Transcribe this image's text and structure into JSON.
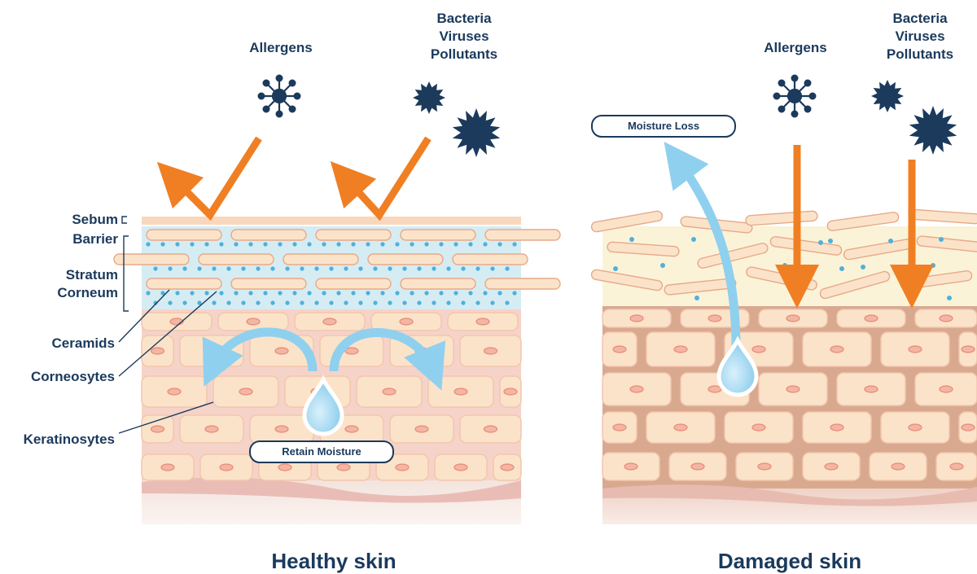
{
  "healthy": {
    "title": "Healthy skin",
    "allergens": "Allergens",
    "pathogens": [
      "Bacteria",
      "Viruses",
      "Pollutants"
    ],
    "retain_moisture": "Retain Moisture",
    "layer_labels": {
      "sebum": "Sebum",
      "barrier": "Barrier",
      "stratum_corneum": [
        "Stratum",
        "Corneum"
      ],
      "ceramids": "Ceramids",
      "corneosytes": "Corneosytes",
      "keratinosytes": "Keratinosytes"
    }
  },
  "damaged": {
    "title": "Damaged skin",
    "allergens": "Allergens",
    "pathogens": [
      "Bacteria",
      "Viruses",
      "Pollutants"
    ],
    "moisture_loss": "Moisture Loss"
  },
  "colors": {
    "navy": "#1b3a5c",
    "arrow_orange": "#f07f23",
    "moisture_blue": "#8fd0ef",
    "barrier_blue": "#d6ecf3",
    "damaged_yellow": "#fbf3d8",
    "skin_pink": "#f6d3c8",
    "skin_brown": "#d9a98f",
    "cell_cream": "#fbe3c9",
    "nucleus": "#e88a78"
  }
}
